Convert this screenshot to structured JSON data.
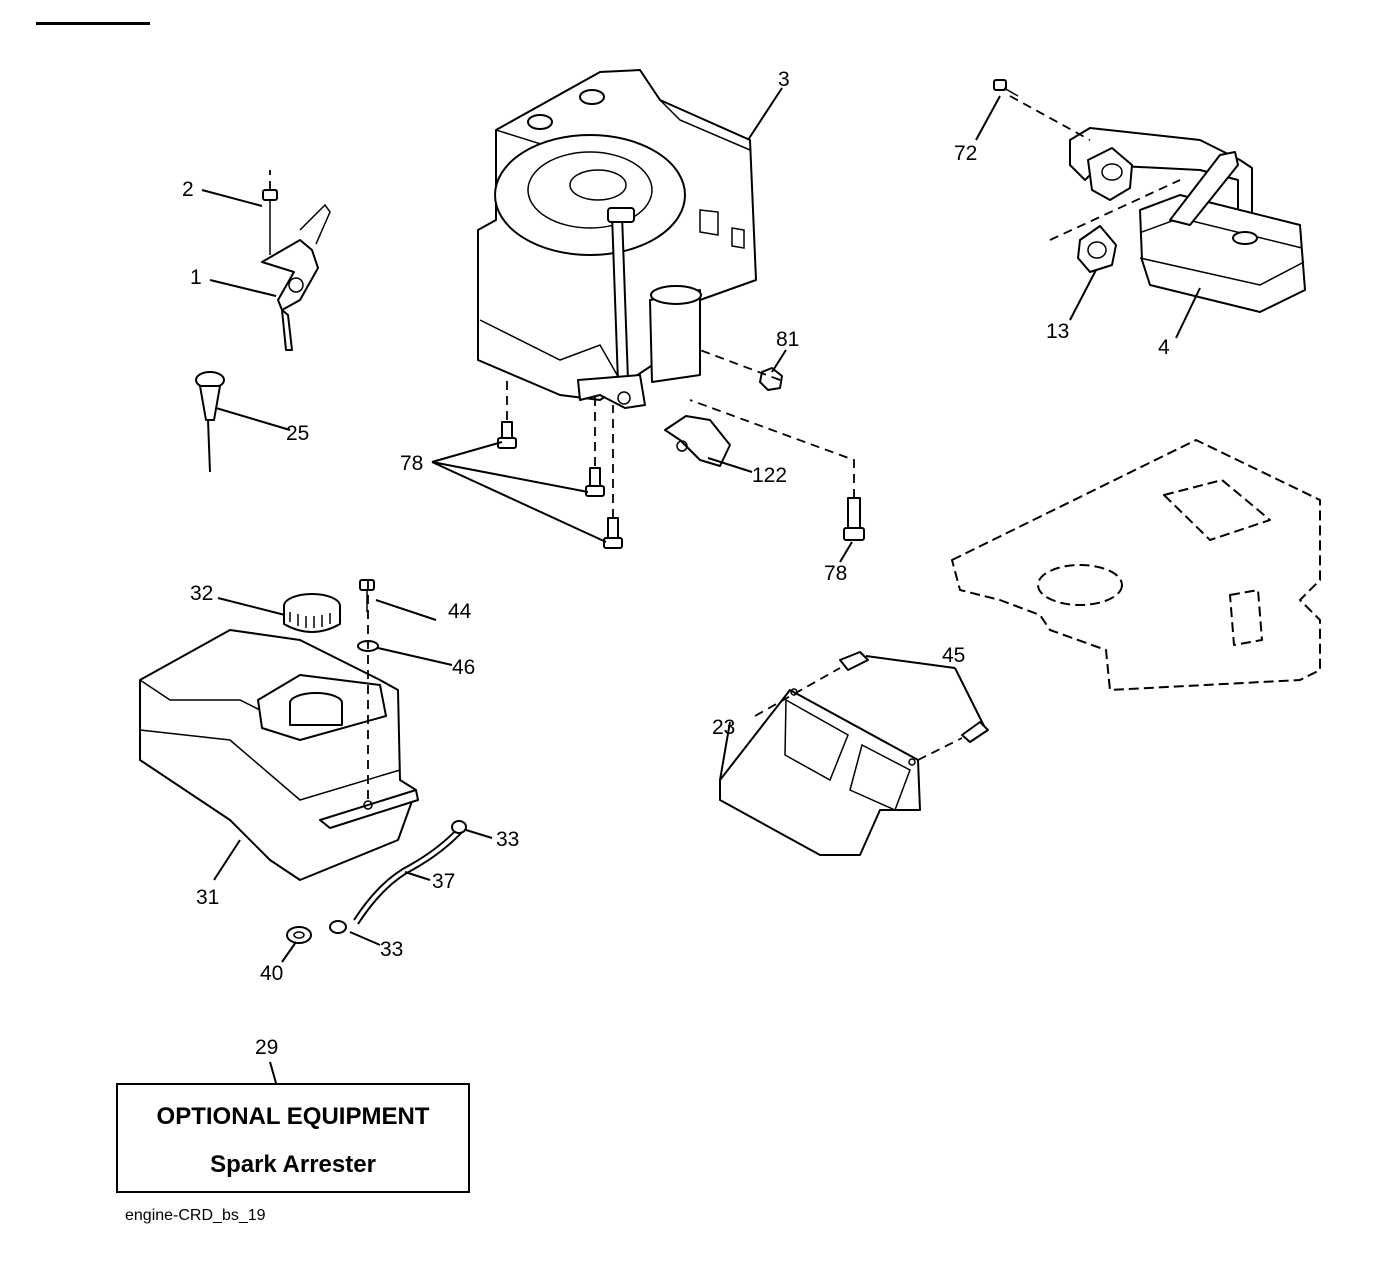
{
  "callouts": [
    {
      "id": "c1",
      "text": "1"
    },
    {
      "id": "c2",
      "text": "2"
    },
    {
      "id": "c3",
      "text": "3"
    },
    {
      "id": "c4",
      "text": "4"
    },
    {
      "id": "c13",
      "text": "13"
    },
    {
      "id": "c23",
      "text": "23"
    },
    {
      "id": "c25",
      "text": "25"
    },
    {
      "id": "c29",
      "text": "29"
    },
    {
      "id": "c31",
      "text": "31"
    },
    {
      "id": "c32",
      "text": "32"
    },
    {
      "id": "c33a",
      "text": "33"
    },
    {
      "id": "c33b",
      "text": "33"
    },
    {
      "id": "c37",
      "text": "37"
    },
    {
      "id": "c40",
      "text": "40"
    },
    {
      "id": "c44",
      "text": "44"
    },
    {
      "id": "c45",
      "text": "45"
    },
    {
      "id": "c46",
      "text": "46"
    },
    {
      "id": "c72",
      "text": "72"
    },
    {
      "id": "c78a",
      "text": "78"
    },
    {
      "id": "c78b",
      "text": "78"
    },
    {
      "id": "c81",
      "text": "81"
    },
    {
      "id": "c122",
      "text": "122"
    }
  ],
  "optional_box": {
    "title": "OPTIONAL EQUIPMENT",
    "item": "Spark Arrester"
  },
  "footer": {
    "drawing_id": "engine-CRD_bs_19"
  }
}
